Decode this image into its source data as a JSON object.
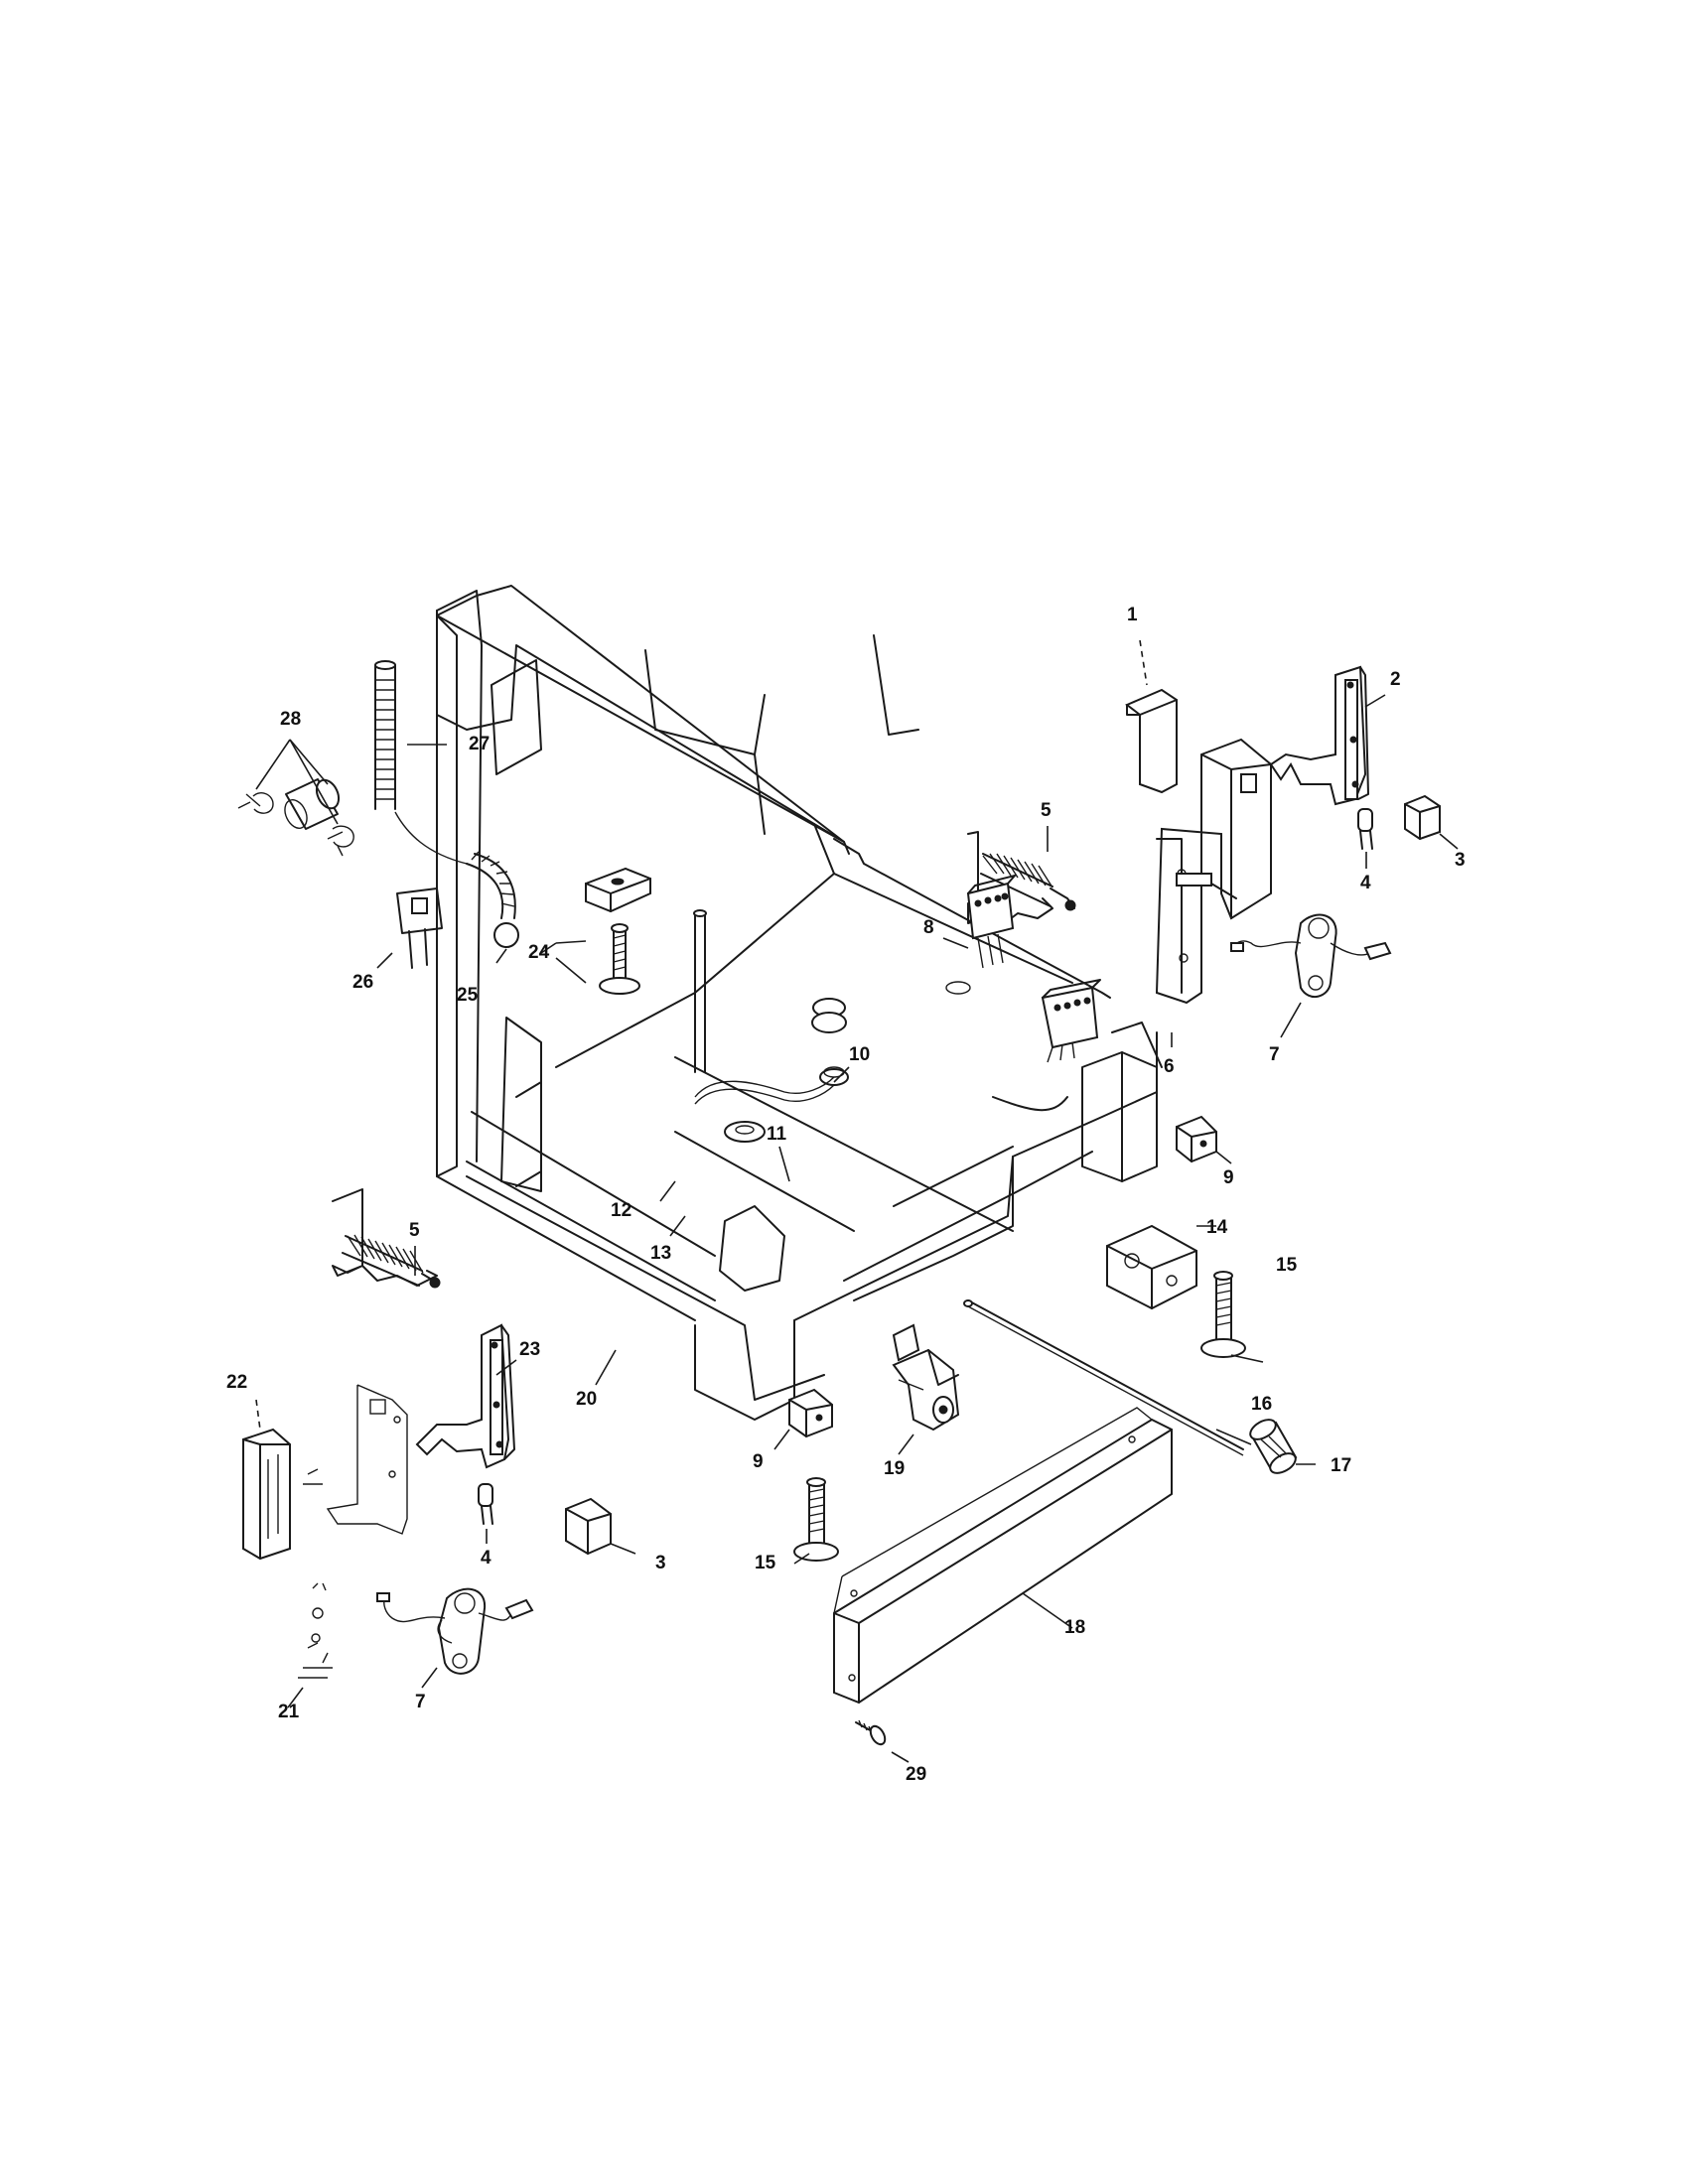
{
  "callouts": [
    {
      "id": "c1",
      "text": "1"
    },
    {
      "id": "c2",
      "text": "2"
    },
    {
      "id": "c3a",
      "text": "3"
    },
    {
      "id": "c3b",
      "text": "3"
    },
    {
      "id": "c4a",
      "text": "4"
    },
    {
      "id": "c4b",
      "text": "4"
    },
    {
      "id": "c5a",
      "text": "5"
    },
    {
      "id": "c5b",
      "text": "5"
    },
    {
      "id": "c6",
      "text": "6"
    },
    {
      "id": "c7a",
      "text": "7"
    },
    {
      "id": "c7b",
      "text": "7"
    },
    {
      "id": "c8",
      "text": "8"
    },
    {
      "id": "c9a",
      "text": "9"
    },
    {
      "id": "c9b",
      "text": "9"
    },
    {
      "id": "c10",
      "text": "10"
    },
    {
      "id": "c11",
      "text": "11"
    },
    {
      "id": "c12",
      "text": "12"
    },
    {
      "id": "c13",
      "text": "13"
    },
    {
      "id": "c14",
      "text": "14"
    },
    {
      "id": "c15a",
      "text": "15"
    },
    {
      "id": "c15b",
      "text": "15"
    },
    {
      "id": "c16",
      "text": "16"
    },
    {
      "id": "c17",
      "text": "17"
    },
    {
      "id": "c18",
      "text": "18"
    },
    {
      "id": "c19",
      "text": "19"
    },
    {
      "id": "c20",
      "text": "20"
    },
    {
      "id": "c21",
      "text": "21"
    },
    {
      "id": "c22",
      "text": "22"
    },
    {
      "id": "c23",
      "text": "23"
    },
    {
      "id": "c24",
      "text": "24"
    },
    {
      "id": "c25",
      "text": "25"
    },
    {
      "id": "c26",
      "text": "26"
    },
    {
      "id": "c27",
      "text": "27"
    },
    {
      "id": "c28",
      "text": "28"
    },
    {
      "id": "c29",
      "text": "29"
    }
  ]
}
